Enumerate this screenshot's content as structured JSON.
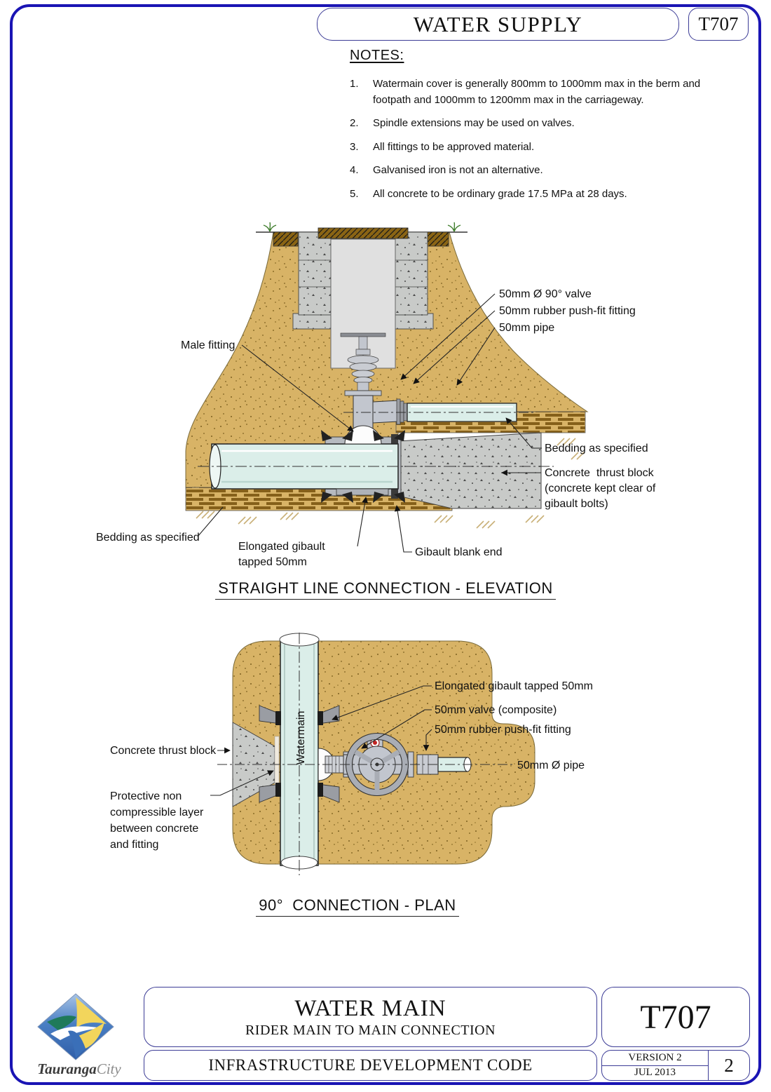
{
  "header": {
    "title": "WATER SUPPLY",
    "code": "T707"
  },
  "notes": {
    "heading": "NOTES:",
    "items": [
      {
        "num": "1.",
        "text": "Watermain cover is generally 800mm to 1000mm max in the berm and footpath and 1000mm to 1200mm max in the carriageway."
      },
      {
        "num": "2.",
        "text": "Spindle extensions may be used on valves."
      },
      {
        "num": "3.",
        "text": "All fittings to be approved material."
      },
      {
        "num": "4.",
        "text": "Galvanised iron is not an alternative."
      },
      {
        "num": "5.",
        "text": "All concrete to be ordinary grade 17.5 MPa at 28 days."
      }
    ]
  },
  "elevation": {
    "title": "STRAIGHT LINE CONNECTION - ELEVATION",
    "labels": {
      "male_fitting": "Male fitting",
      "valve": "50mm Ø 90° valve",
      "rubber_fitting": "50mm rubber push-fit fitting",
      "pipe": "50mm pipe",
      "bedding_right": "Bedding as specified",
      "thrust_line1": "Concrete  thrust block",
      "thrust_line2": "(concrete kept clear of",
      "thrust_line3": "gibault bolts)",
      "blank_end": "Gibault blank end",
      "bedding_left": "Bedding as specified",
      "gibault_line1": "Elongated gibault",
      "gibault_line2": "tapped 50mm"
    }
  },
  "plan": {
    "title": "90°  CONNECTION - PLAN",
    "labels": {
      "gibault": "Elongated gibault tapped 50mm",
      "valve": "50mm valve (composite)",
      "rubber_fitting": "50mm rubber push-fit fitting",
      "pipe": "50mm Ø pipe",
      "thrust": "Concrete thrust block",
      "protective_line1": "Protective non",
      "protective_line2": "compressible layer",
      "protective_line3": "between concrete",
      "protective_line4": "and fitting",
      "watermain": "Watermain"
    }
  },
  "footer": {
    "logo_name": "Tauranga",
    "logo_suffix": "City",
    "sheet_title": "WATER MAIN",
    "sheet_subtitle": "RIDER MAIN TO MAIN CONNECTION",
    "code_title": "INFRASTRUCTURE DEVELOPMENT CODE",
    "sheet_code": "T707",
    "version": "VERSION 2",
    "date": "JUL 2013",
    "page_number": "2"
  },
  "colors": {
    "border_blue": "#1a14b4",
    "sand": "#d8b366",
    "pipe": "#dbeee9",
    "concrete": "#c8cac8",
    "metal": "#c2c6ce",
    "bedding_dash": "#85601a"
  }
}
